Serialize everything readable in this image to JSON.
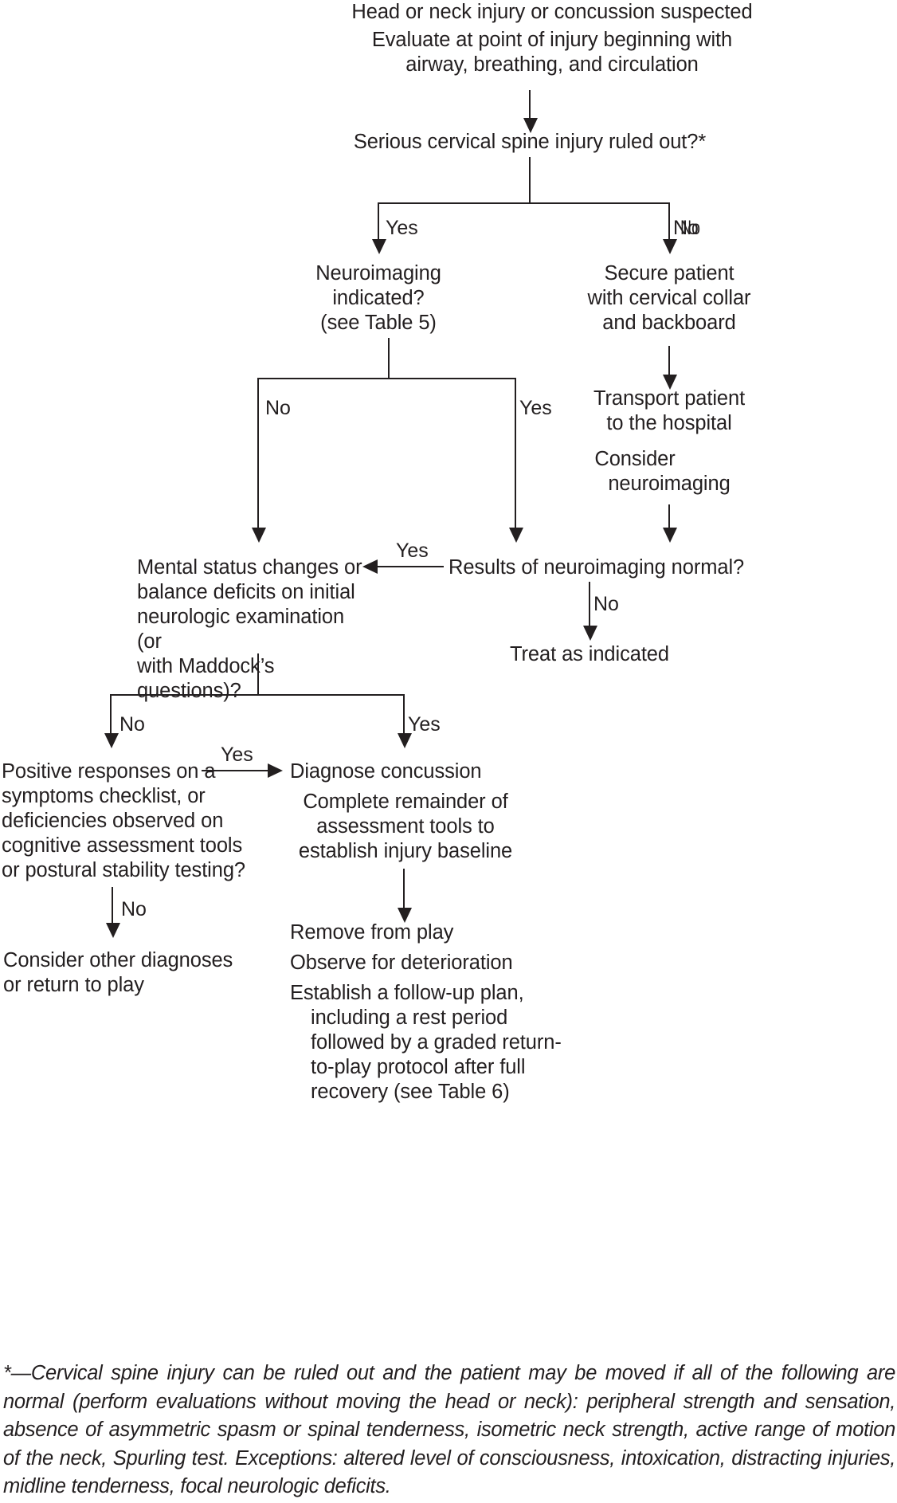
{
  "figure": {
    "type": "flowchart",
    "title": "Head or neck injury or concussion suspected",
    "orientation": "top-down"
  },
  "nodes": {
    "start_title": "Head or neck injury or concussion suspected",
    "start_action": "Evaluate at point of injury beginning with\nairway, breathing, and circulation",
    "cspine_question": "Serious cervical spine injury ruled out?*",
    "neuroimaging_question": "Neuroimaging\nindicated?\n(see Table 5)",
    "secure_patient": "Secure patient\nwith cervical collar\nand backboard",
    "transport": "Transport patient\nto the hospital",
    "consider_neuroimaging_l1": "Consider",
    "consider_neuroimaging_l2": "neuroimaging",
    "neuroimaging_results": "Results of neuroimaging normal?",
    "treat_as_indicated": "Treat as indicated",
    "mental_status_question": "Mental status changes or\nbalance deficits on initial\nneurologic examination (or\nwith Maddock’s questions)?",
    "positive_responses_question": "Positive responses on a\nsymptoms checklist, or\ndeficiencies observed on\ncognitive assessment tools\nor postural stability testing?",
    "consider_other": "Consider other diagnoses\nor return to play",
    "diagnose_concussion": "Diagnose concussion",
    "complete_remainder_l1": "Complete remainder of",
    "complete_remainder_l2": "assessment tools to",
    "complete_remainder_l3": "establish injury baseline",
    "remove_from_play": "Remove from play",
    "observe": "Observe for deterioration",
    "followup_l1": "Establish a follow-up plan,",
    "followup_l2": "including a rest period",
    "followup_l3": "followed by a graded return-",
    "followup_l4": "to-play protocol after full",
    "followup_l5": "recovery (see Table 6)"
  },
  "edge_labels": {
    "cspine_yes": "Yes",
    "cspine_no_a": "No",
    "cspine_no_b": "No",
    "neuroimaging_no": "No",
    "neuroimaging_yes": "Yes",
    "results_yes": "Yes",
    "results_no": "No",
    "mental_no": "No",
    "mental_yes": "Yes",
    "positive_yes": "Yes",
    "positive_no": "No"
  },
  "footnote": {
    "marker": "*—",
    "text": "*—Cervical spine injury can be ruled out and the patient may be moved if all of the following are normal (perform evaluations without moving the head or neck): peripheral strength and sensation, absence of asymmetric spasm or spinal tenderness, isometric neck strength, active range of motion of the neck, Spurling test. Exceptions: altered level of consciousness, intoxication, distracting injuries, midline tenderness, focal neurologic deficits."
  },
  "colors": {
    "ink": "#231f20",
    "background": "#ffffff"
  }
}
